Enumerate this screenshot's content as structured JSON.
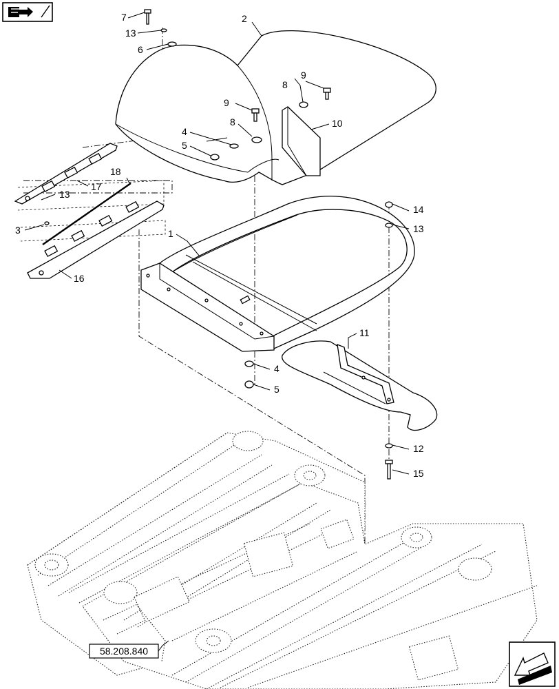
{
  "callouts": {
    "c1": "1",
    "c2": "2",
    "c3": "3",
    "c4a": "4",
    "c4b": "4",
    "c5a": "5",
    "c5b": "5",
    "c6": "6",
    "c7": "7",
    "c8a": "8",
    "c8b": "8",
    "c9a": "9",
    "c9b": "9",
    "c10": "10",
    "c11": "11",
    "c12": "12",
    "c13a": "13",
    "c13b": "13",
    "c13c": "13",
    "c14": "14",
    "c15": "15",
    "c16": "16",
    "c17": "17",
    "c18": "18"
  },
  "reference": {
    "label": "58.208.840"
  },
  "icons": {
    "top_left": "book-arrow-icon",
    "bottom_right": "next-page-arrow-icon"
  }
}
